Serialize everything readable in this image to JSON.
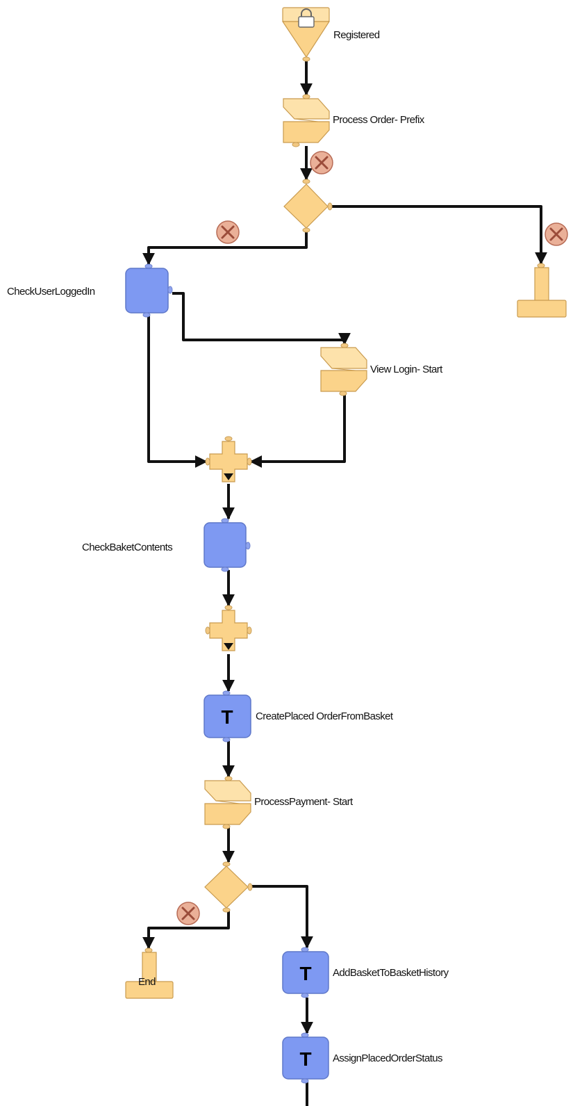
{
  "diagram": {
    "labels": {
      "start_registered": "Registered",
      "call_process_order_prefix": "Process Order- Prefix",
      "pipelet_check_user": "CheckUserLoggedIn",
      "call_view_login": "View Login- Start",
      "pipelet_check_basket": "CheckBaketContents",
      "pipelet_create_order": "CreatePlaced OrderFromBasket",
      "call_process_payment": "ProcessPayment- Start",
      "end_node": "End",
      "pipelet_add_basket": "AddBasketToBasketHistory",
      "pipelet_assign_status": "AssignPlacedOrderStatus"
    },
    "pipelet_glyph": "T",
    "colors": {
      "node_fill": "#fbd38a",
      "pipelet_fill": "#7e99f2",
      "connector": "#111111",
      "error_marker": "#eab098"
    }
  }
}
